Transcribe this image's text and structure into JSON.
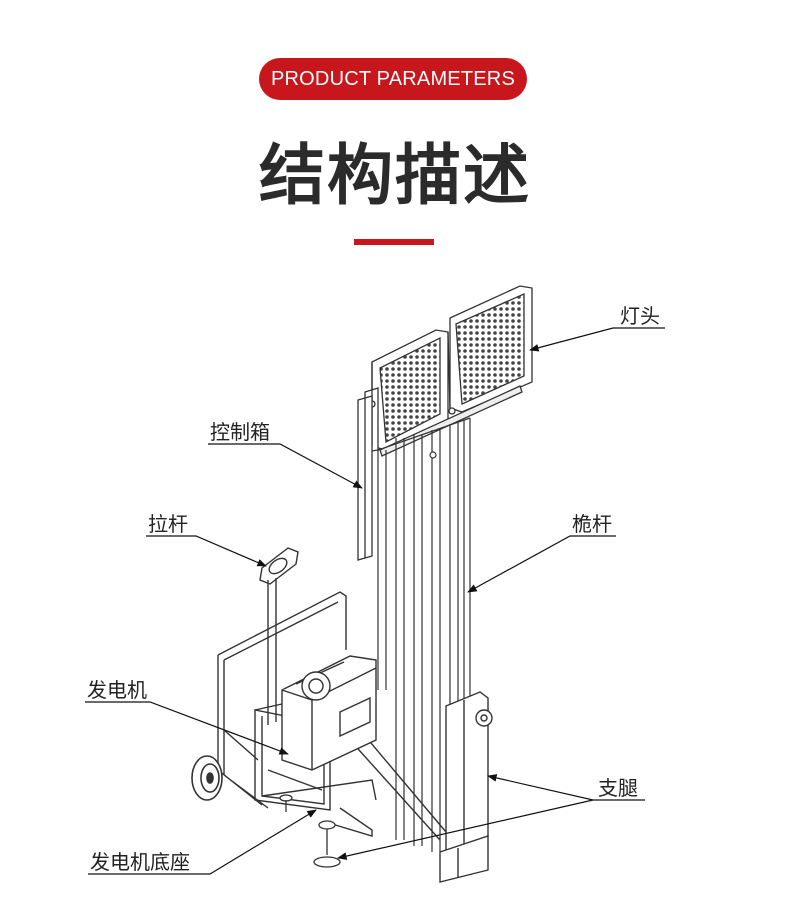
{
  "header": {
    "badge": "PRODUCT PARAMETERS",
    "title": "结构描述"
  },
  "labels": {
    "lamp_head": "灯头",
    "control_box": "控制箱",
    "pull_rod": "拉杆",
    "mast": "桅杆",
    "generator": "发电机",
    "outrigger": "支腿",
    "generator_base": "发电机底座"
  },
  "colors": {
    "accent": "#c8161d",
    "line": "#333333"
  }
}
